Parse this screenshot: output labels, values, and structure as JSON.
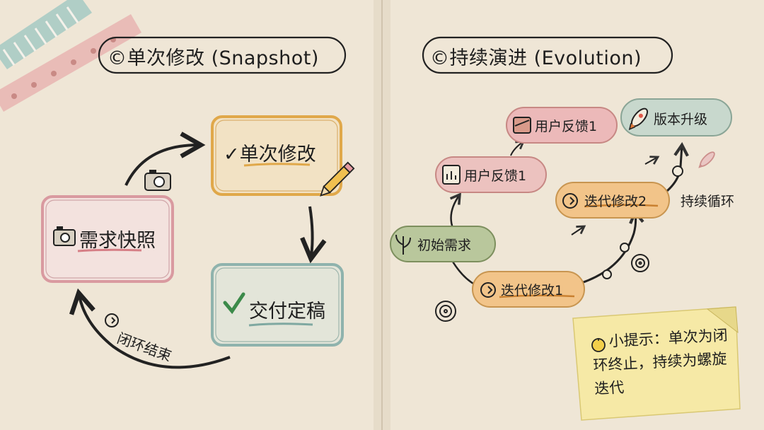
{
  "left_panel": {
    "title": "©单次修改 (Snapshot)",
    "boxes": {
      "snapshot": "需求快照",
      "edit": "✓单次修改",
      "deliver": "交付定稿"
    },
    "loop_label": "闭环结束"
  },
  "right_panel": {
    "title": "©持续演进 (Evolution)",
    "nodes": {
      "initial": "初始需求",
      "iter1": "迭代修改1",
      "feedback_a": "用户反馈1",
      "feedback_b": "用户反馈1",
      "iter2": "迭代修改2",
      "upgrade": "版本升级"
    },
    "cycle_label": "持续循环"
  },
  "tip": {
    "text": "小提示：单次为闭环终止，持续为螺旋迭代"
  },
  "colors": {
    "paper": "#efe6d6",
    "ink": "#222222",
    "edit_box": "#e0a84a",
    "snapshot_box": "#d99aa0",
    "deliver_box": "#8fb3ad",
    "note": "#f6e9a6",
    "green_node": "#b9c79c",
    "pink_node": "#ecb9b9",
    "orange_node": "#f2c489"
  },
  "icons": [
    "camera-icon",
    "pencil-icon",
    "check-icon",
    "refresh-icon",
    "sprout-icon",
    "chart-icon",
    "rocket-icon",
    "target-icon",
    "lightbulb-icon",
    "washi-tape"
  ]
}
